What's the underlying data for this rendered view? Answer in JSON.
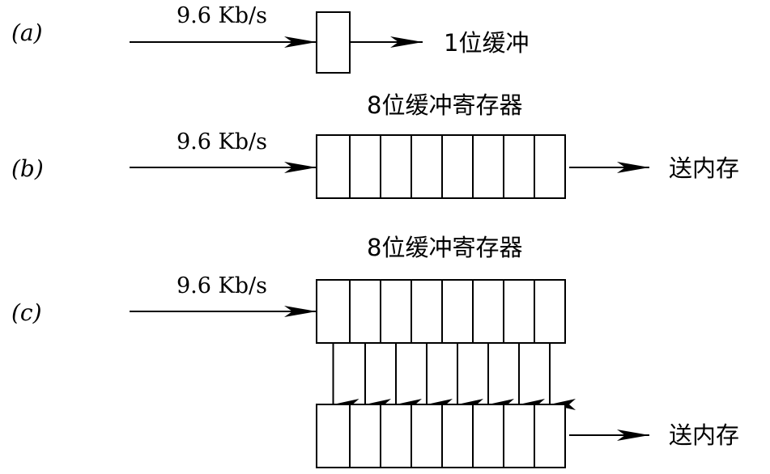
{
  "diagram": {
    "part_a": {
      "caption": "(a)",
      "rate_label": "9.6 Kb/s",
      "buffer_label": "1位缓冲"
    },
    "part_b": {
      "caption": "(b)",
      "rate_label": "9.6 Kb/s",
      "register_label": "8位缓冲寄存器",
      "output_label": "送内存",
      "cells": 8
    },
    "part_c": {
      "caption": "(c)",
      "rate_label": "9.6 Kb/s",
      "register_label": "8位缓冲寄存器",
      "output_label": "送内存",
      "cells": 8
    }
  }
}
